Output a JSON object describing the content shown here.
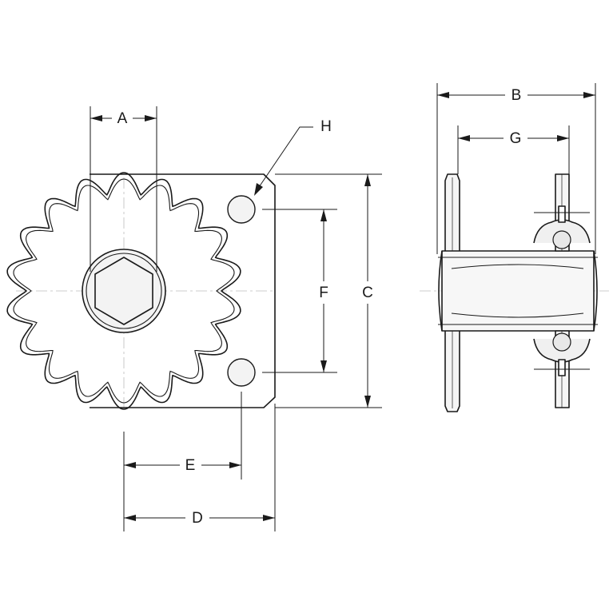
{
  "diagram": {
    "labels": {
      "a": "A",
      "b": "B",
      "c": "C",
      "d": "D",
      "e": "E",
      "f": "F",
      "g": "G",
      "h": "H"
    },
    "style": {
      "line_color": "#1a1a1a",
      "centerline_color": "#bdbdbd",
      "fill_color": "#f3f3f3",
      "background": "#ffffff"
    }
  }
}
